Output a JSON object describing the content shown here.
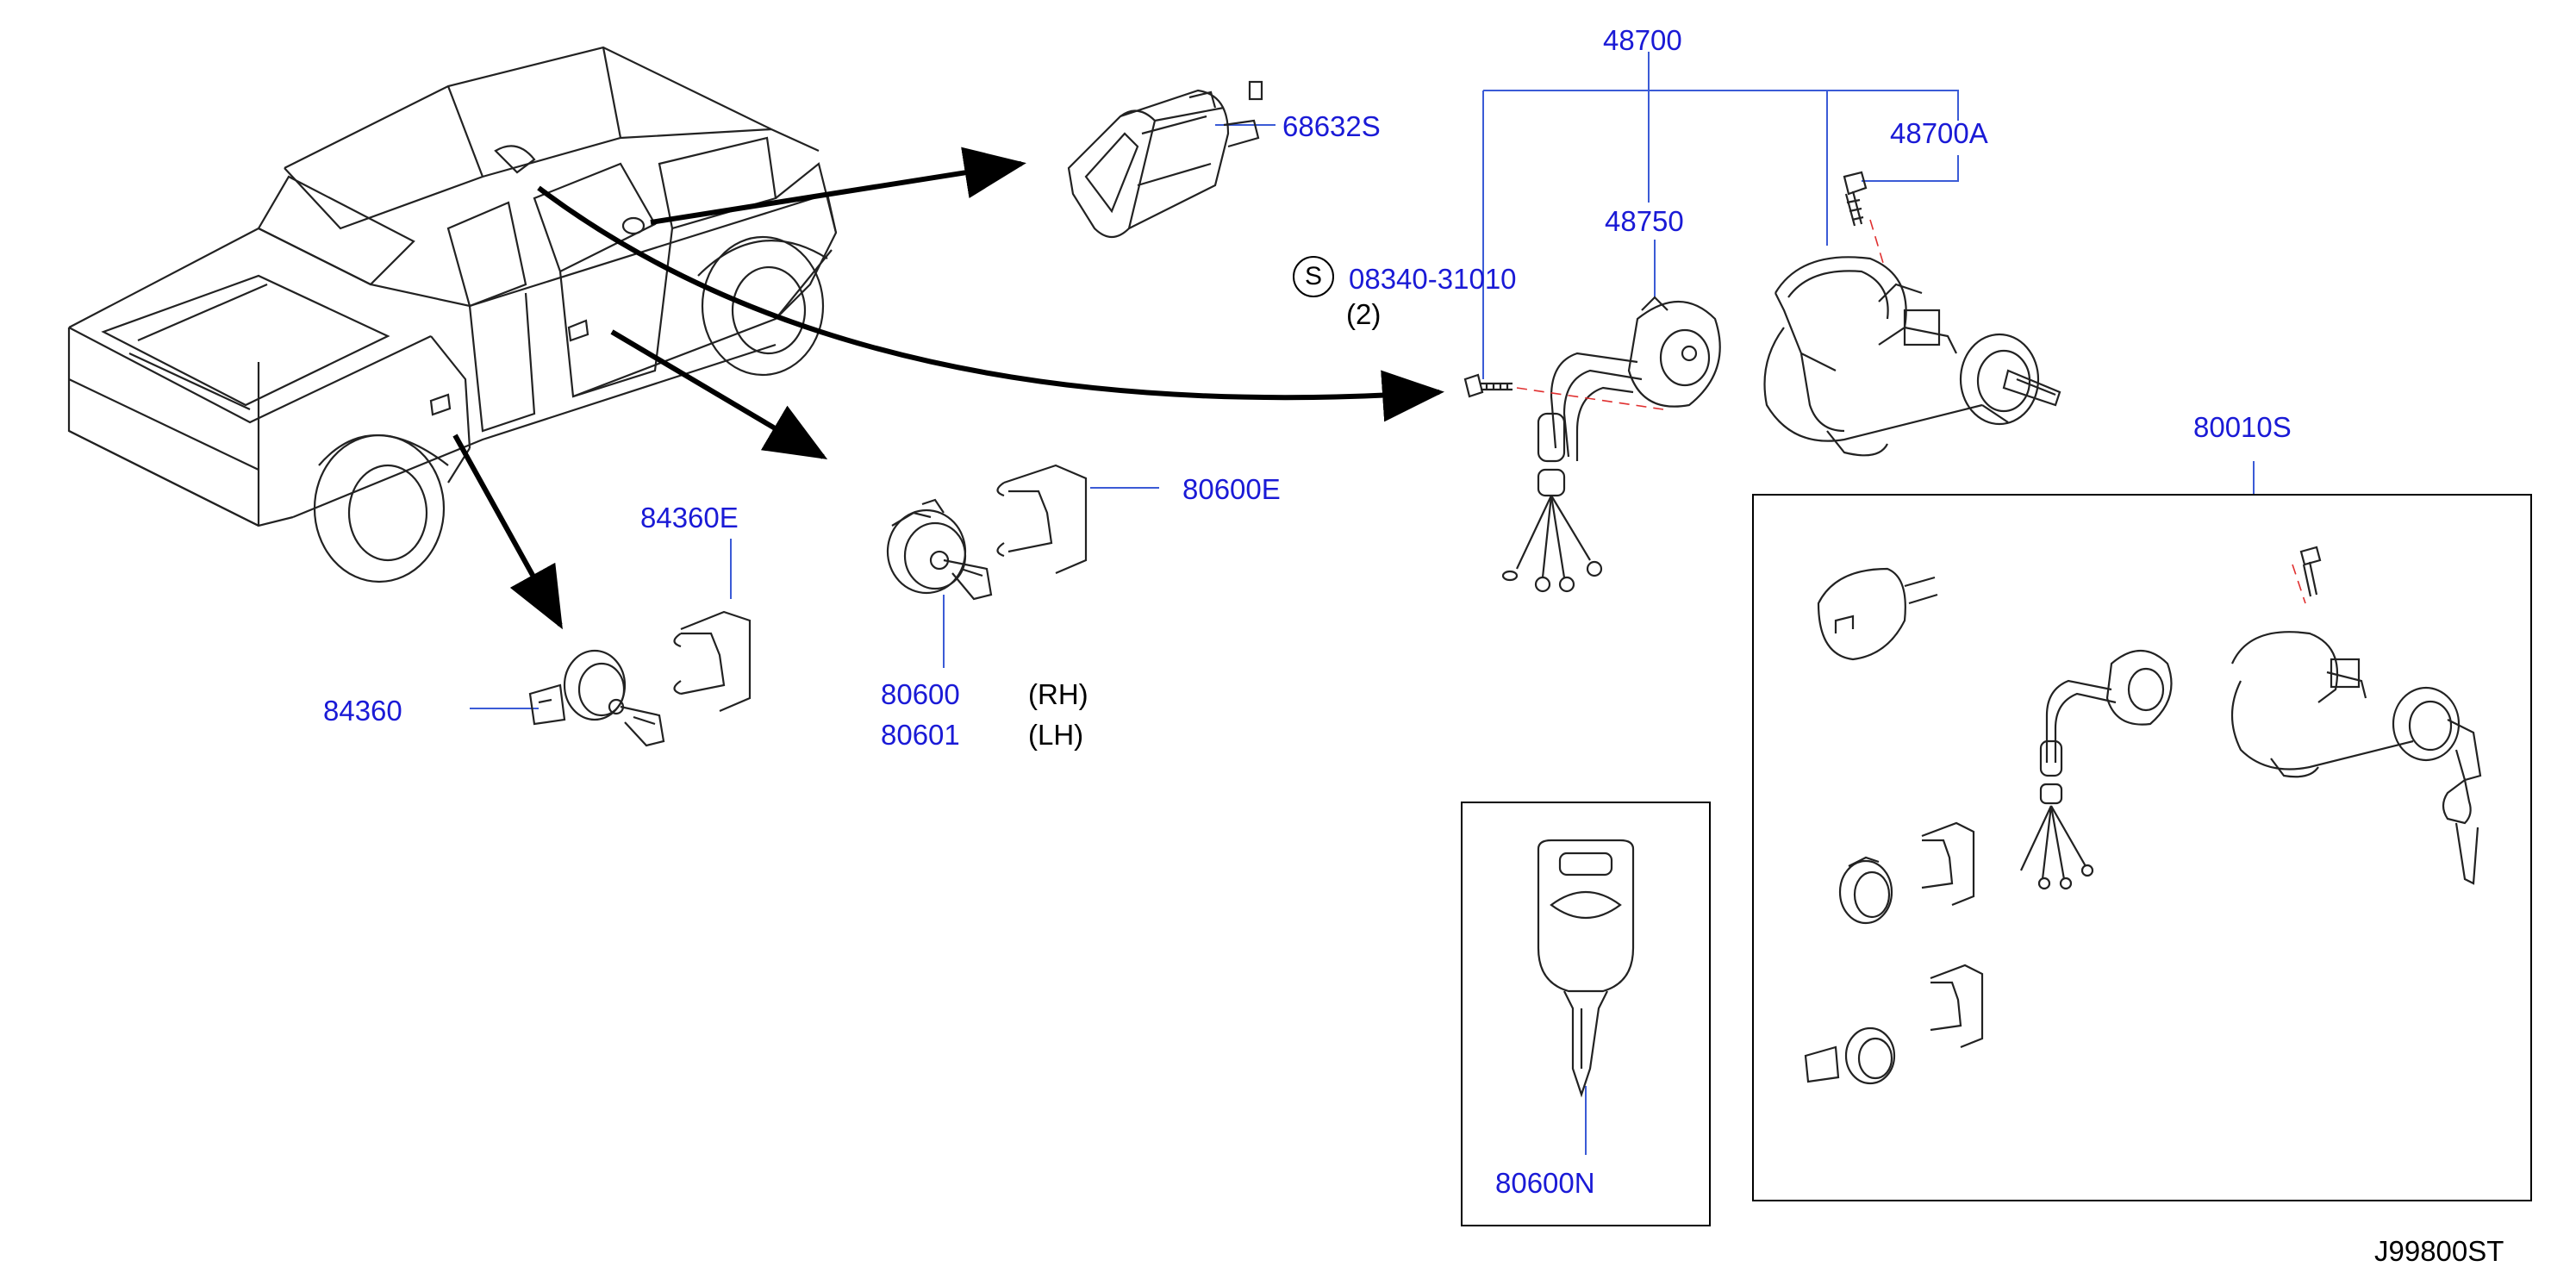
{
  "labels": {
    "p48700": "48700",
    "p48700A": "48700A",
    "p48750": "48750",
    "p08340": "08340-31010",
    "qty_08340": "(2)",
    "screw_symbol": "S",
    "p68632S": "68632S",
    "p80600E": "80600E",
    "p80600": "80600",
    "rh": "(RH)",
    "p80601": "80601",
    "lh": "(LH)",
    "p84360E": "84360E",
    "p84360": "84360",
    "p80010S": "80010S",
    "p80600N": "80600N",
    "diagram_code": "J99800ST"
  },
  "colors": {
    "part_number": "#1a1ad6",
    "leader": "#3b5bd6",
    "line_art": "#222222",
    "center_line": "#e03030"
  }
}
